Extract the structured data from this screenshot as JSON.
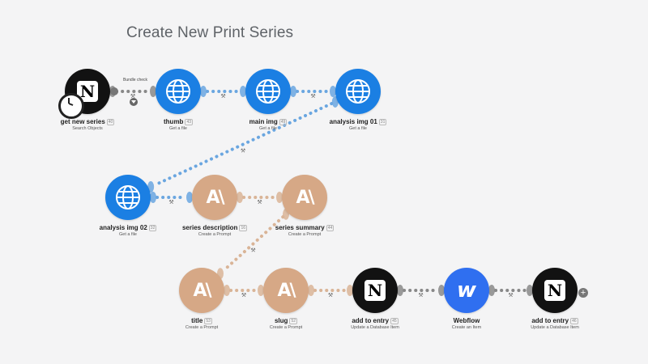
{
  "scenario": {
    "title": "Create New Print Series"
  },
  "colors": {
    "http": "#1b7fe3",
    "ai": "#d6a886",
    "notion": "#121212",
    "webflow": "#2f6ff0",
    "connector": "#6aa6e0"
  },
  "modules": [
    {
      "id": "get-new-series",
      "name": "get new series",
      "badge": "40",
      "action": "Search Objects",
      "icon": "notion-logo-icon",
      "color": "#121212",
      "trigger": true
    },
    {
      "id": "thumb",
      "name": "thumb",
      "badge": "43",
      "action": "Get a file",
      "icon": "globe-icon",
      "color": "#1b7fe3"
    },
    {
      "id": "main-img",
      "name": "main img",
      "badge": "49",
      "action": "Get a file",
      "icon": "globe-icon",
      "color": "#1b7fe3"
    },
    {
      "id": "analysis-img-01",
      "name": "analysis img 01",
      "badge": "31",
      "action": "Get a file",
      "icon": "globe-icon",
      "color": "#1b7fe3"
    },
    {
      "id": "analysis-img-02",
      "name": "analysis img 02",
      "badge": "32",
      "action": "Get a file",
      "icon": "globe-icon",
      "color": "#1b7fe3"
    },
    {
      "id": "series-description",
      "name": "series description",
      "badge": "16",
      "action": "Create a Prompt",
      "icon": "ai-logo-icon",
      "color": "#d6a886"
    },
    {
      "id": "series-summary",
      "name": "series summary",
      "badge": "44",
      "action": "Create a Prompt",
      "icon": "ai-logo-icon",
      "color": "#d6a886"
    },
    {
      "id": "title",
      "name": "title",
      "badge": "53",
      "action": "Create a Prompt",
      "icon": "ai-logo-icon",
      "color": "#d6a886"
    },
    {
      "id": "slug",
      "name": "slug",
      "badge": "52",
      "action": "Create a Prompt",
      "icon": "ai-logo-icon",
      "color": "#d6a886"
    },
    {
      "id": "add-to-entry-1",
      "name": "add to entry",
      "badge": "45",
      "action": "Update a Database Item",
      "icon": "notion-logo-icon",
      "color": "#121212"
    },
    {
      "id": "webflow",
      "name": "Webflow",
      "badge": "",
      "action": "Create an Item",
      "icon": "webflow-logo-icon",
      "color": "#2f6ff0"
    },
    {
      "id": "add-to-entry-2",
      "name": "add to entry",
      "badge": "46",
      "action": "Update a Database Item",
      "icon": "notion-logo-icon",
      "color": "#121212"
    }
  ],
  "connections": [
    {
      "from": "get-new-series",
      "to": "thumb",
      "filter_label": "Bundle check"
    },
    {
      "from": "thumb",
      "to": "main-img"
    },
    {
      "from": "main-img",
      "to": "analysis-img-01"
    },
    {
      "from": "analysis-img-01",
      "to": "analysis-img-02"
    },
    {
      "from": "analysis-img-02",
      "to": "series-description"
    },
    {
      "from": "series-description",
      "to": "series-summary"
    },
    {
      "from": "series-summary",
      "to": "title"
    },
    {
      "from": "title",
      "to": "slug"
    },
    {
      "from": "slug",
      "to": "add-to-entry-1"
    },
    {
      "from": "add-to-entry-1",
      "to": "webflow"
    },
    {
      "from": "webflow",
      "to": "add-to-entry-2"
    }
  ],
  "add_module_glyph": "+"
}
